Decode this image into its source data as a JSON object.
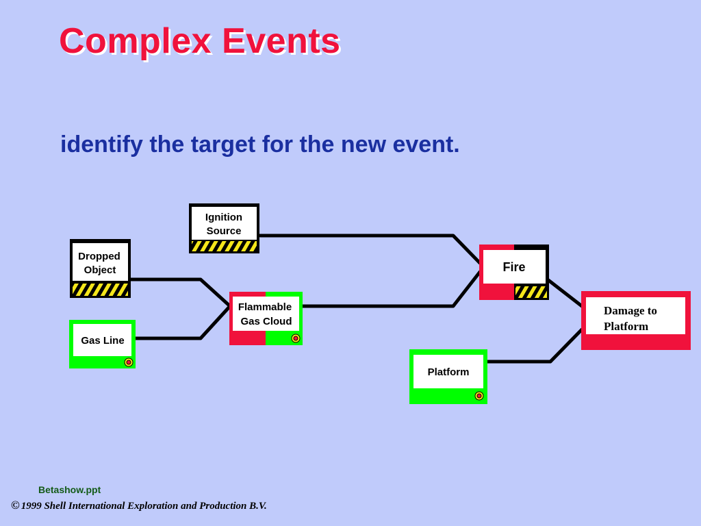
{
  "slide": {
    "title": "Complex Events",
    "subtitle": "identify the target for the new event."
  },
  "diagram": {
    "nodes": {
      "ignition_source": {
        "line1": "Ignition",
        "line2": "Source"
      },
      "dropped_object": {
        "line1": "Dropped",
        "line2": "Object"
      },
      "gas_line": {
        "label": "Gas Line"
      },
      "flammable_gas_cloud": {
        "line1": "Flammable",
        "line2": "Gas Cloud"
      },
      "fire": {
        "label": "Fire"
      },
      "platform": {
        "label": "Platform"
      },
      "damage_to_platform": {
        "line1": "Damage to",
        "line2": "Platform"
      }
    },
    "colors": {
      "hazard_red": "#f0123c",
      "barrier_green": "#00ff00",
      "hazard_stripe_yellow": "#f5e61a",
      "connector": "#000000"
    }
  },
  "footer": {
    "file": "Betashow.ppt",
    "copyright_symbol": "©",
    "copyright": "1999 Shell International Exploration and Production B.V."
  }
}
